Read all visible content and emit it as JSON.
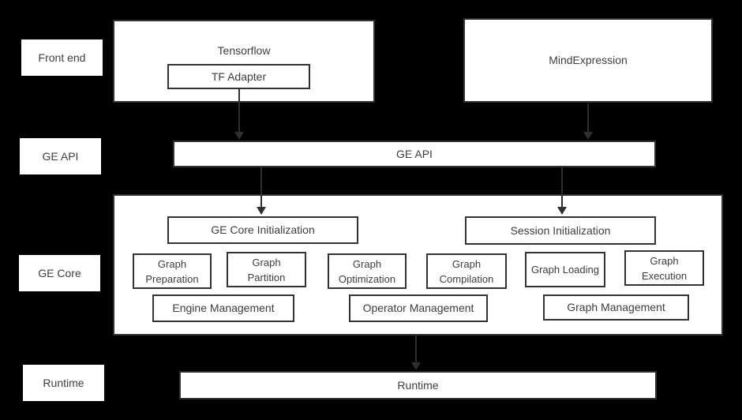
{
  "colors": {
    "background": "#000000",
    "box_fill": "#ffffff",
    "box_border": "#333333",
    "text": "#3d3d3d",
    "arrow": "#2f2f2f"
  },
  "row_labels": [
    {
      "label": "Front end"
    },
    {
      "label": "GE API"
    },
    {
      "label": "GE Core"
    },
    {
      "label": "Runtime"
    }
  ],
  "front_end": {
    "tensorflow": {
      "title": "Tensorflow",
      "adapter_label": "TF Adapter"
    },
    "mind_expression": {
      "title": "MindExpression"
    }
  },
  "ge_api_bar": {
    "label": "GE API"
  },
  "ge_core": {
    "init_boxes": [
      {
        "label": "GE Core Initialization"
      },
      {
        "label": "Session Initialization"
      }
    ],
    "stage_boxes": [
      {
        "label": "Graph Preparation"
      },
      {
        "label": "Graph Partition"
      },
      {
        "label": "Graph Optimization"
      },
      {
        "label": "Graph Compilation"
      },
      {
        "label": "Graph Loading"
      },
      {
        "label": "Graph Execution"
      }
    ],
    "management_boxes": [
      {
        "label": "Engine Management"
      },
      {
        "label": "Operator Management"
      },
      {
        "label": "Graph Management"
      }
    ]
  },
  "runtime_bar": {
    "label": "Runtime"
  }
}
